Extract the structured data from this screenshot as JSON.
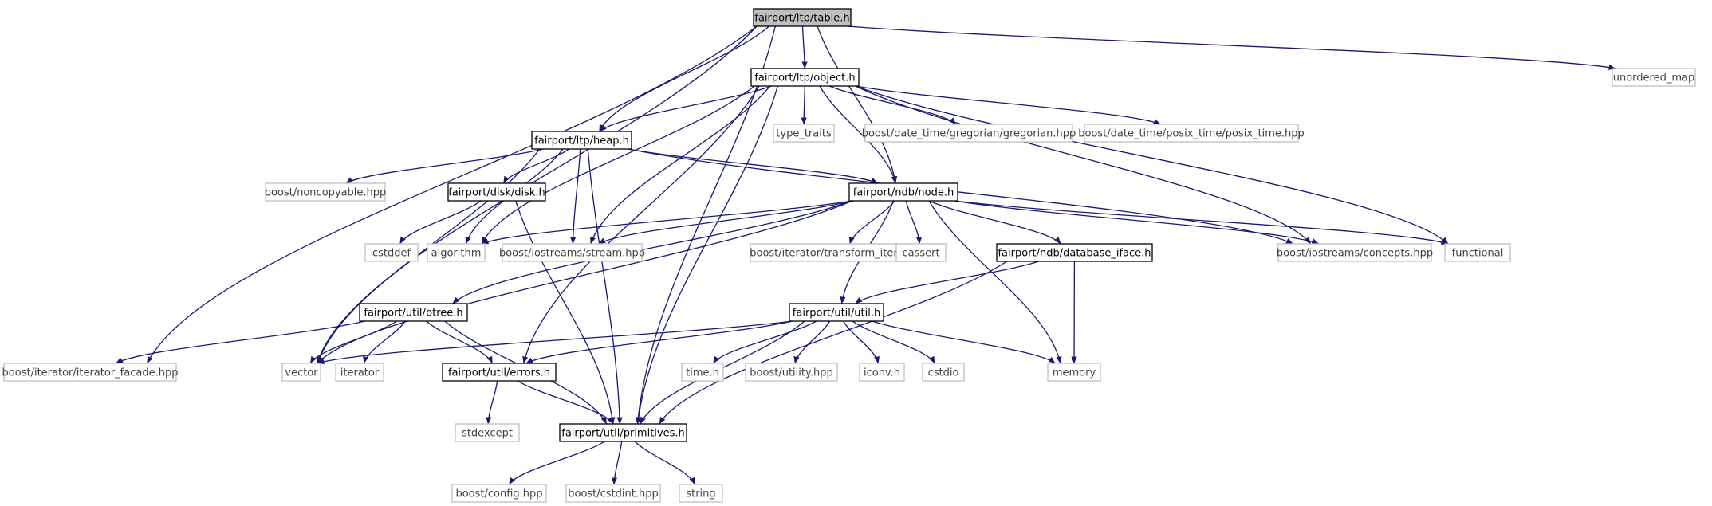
{
  "colors": {
    "edge": "#191970",
    "project_border": "#000000",
    "external_border": "#bfbfbf",
    "root_fill": "#bfbfbf",
    "node_fill": "#ffffff",
    "project_text": "#000000",
    "external_text": "#404040"
  },
  "nodes": [
    {
      "id": "table",
      "label": "fairport/ltp/table.h",
      "kind": "root"
    },
    {
      "id": "object",
      "label": "fairport/ltp/object.h",
      "kind": "project"
    },
    {
      "id": "heap",
      "label": "fairport/ltp/heap.h",
      "kind": "project"
    },
    {
      "id": "disk",
      "label": "fairport/disk/disk.h",
      "kind": "project"
    },
    {
      "id": "node",
      "label": "fairport/ndb/node.h",
      "kind": "project"
    },
    {
      "id": "dbiface",
      "label": "fairport/ndb/database_iface.h",
      "kind": "project"
    },
    {
      "id": "btree",
      "label": "fairport/util/btree.h",
      "kind": "project"
    },
    {
      "id": "util",
      "label": "fairport/util/util.h",
      "kind": "project"
    },
    {
      "id": "errors",
      "label": "fairport/util/errors.h",
      "kind": "project"
    },
    {
      "id": "primitives",
      "label": "fairport/util/primitives.h",
      "kind": "project"
    },
    {
      "id": "umap",
      "label": "unordered_map",
      "kind": "external"
    },
    {
      "id": "typetraits",
      "label": "type_traits",
      "kind": "external"
    },
    {
      "id": "gregorian",
      "label": "boost/date_time/gregorian/gregorian.hpp",
      "kind": "external"
    },
    {
      "id": "posix",
      "label": "boost/date_time/posix_time/posix_time.hpp",
      "kind": "external"
    },
    {
      "id": "noncopy",
      "label": "boost/noncopyable.hpp",
      "kind": "external"
    },
    {
      "id": "cstddef",
      "label": "cstddef",
      "kind": "external"
    },
    {
      "id": "algorithm",
      "label": "algorithm",
      "kind": "external"
    },
    {
      "id": "stream",
      "label": "boost/iostreams/stream.hpp",
      "kind": "external"
    },
    {
      "id": "transform",
      "label": "boost/iterator/transform_iterator.hpp",
      "kind": "external"
    },
    {
      "id": "cassert",
      "label": "cassert",
      "kind": "external"
    },
    {
      "id": "concepts",
      "label": "boost/iostreams/concepts.hpp",
      "kind": "external"
    },
    {
      "id": "functional",
      "label": "functional",
      "kind": "external"
    },
    {
      "id": "facade",
      "label": "boost/iterator/iterator_facade.hpp",
      "kind": "external"
    },
    {
      "id": "vector",
      "label": "vector",
      "kind": "external"
    },
    {
      "id": "iterator",
      "label": "iterator",
      "kind": "external"
    },
    {
      "id": "timeh",
      "label": "time.h",
      "kind": "external"
    },
    {
      "id": "utility",
      "label": "boost/utility.hpp",
      "kind": "external"
    },
    {
      "id": "iconv",
      "label": "iconv.h",
      "kind": "external"
    },
    {
      "id": "cstdio",
      "label": "cstdio",
      "kind": "external"
    },
    {
      "id": "memory",
      "label": "memory",
      "kind": "external"
    },
    {
      "id": "stdexcept",
      "label": "stdexcept",
      "kind": "external"
    },
    {
      "id": "config",
      "label": "boost/config.hpp",
      "kind": "external"
    },
    {
      "id": "cstdint",
      "label": "boost/cstdint.hpp",
      "kind": "external"
    },
    {
      "id": "string",
      "label": "string",
      "kind": "external"
    }
  ],
  "edges": [
    [
      "table",
      "object"
    ],
    [
      "table",
      "heap"
    ],
    [
      "table",
      "node"
    ],
    [
      "table",
      "umap"
    ],
    [
      "table",
      "facade"
    ],
    [
      "table",
      "vector"
    ],
    [
      "table",
      "primitives"
    ],
    [
      "object",
      "heap"
    ],
    [
      "object",
      "node"
    ],
    [
      "object",
      "typetraits"
    ],
    [
      "object",
      "gregorian"
    ],
    [
      "object",
      "posix"
    ],
    [
      "object",
      "algorithm"
    ],
    [
      "object",
      "stream"
    ],
    [
      "object",
      "concepts"
    ],
    [
      "object",
      "functional"
    ],
    [
      "object",
      "errors"
    ],
    [
      "object",
      "primitives"
    ],
    [
      "heap",
      "noncopy"
    ],
    [
      "heap",
      "disk"
    ],
    [
      "heap",
      "node"
    ],
    [
      "heap",
      "algorithm"
    ],
    [
      "heap",
      "stream"
    ],
    [
      "heap",
      "concepts"
    ],
    [
      "heap",
      "vector"
    ],
    [
      "heap",
      "primitives"
    ],
    [
      "disk",
      "cstddef"
    ],
    [
      "disk",
      "primitives"
    ],
    [
      "node",
      "algorithm"
    ],
    [
      "node",
      "stream"
    ],
    [
      "node",
      "transform"
    ],
    [
      "node",
      "dbiface"
    ],
    [
      "node",
      "cassert"
    ],
    [
      "node",
      "concepts"
    ],
    [
      "node",
      "functional"
    ],
    [
      "node",
      "memory"
    ],
    [
      "node",
      "btree"
    ],
    [
      "node",
      "util"
    ],
    [
      "node",
      "vector"
    ],
    [
      "dbiface",
      "util"
    ],
    [
      "dbiface",
      "memory"
    ],
    [
      "dbiface",
      "primitives"
    ],
    [
      "btree",
      "facade"
    ],
    [
      "btree",
      "vector"
    ],
    [
      "btree",
      "iterator"
    ],
    [
      "btree",
      "errors"
    ],
    [
      "btree",
      "primitives"
    ],
    [
      "util",
      "vector"
    ],
    [
      "util",
      "errors"
    ],
    [
      "util",
      "timeh"
    ],
    [
      "util",
      "utility"
    ],
    [
      "util",
      "iconv"
    ],
    [
      "util",
      "cstdio"
    ],
    [
      "util",
      "memory"
    ],
    [
      "util",
      "primitives"
    ],
    [
      "errors",
      "stdexcept"
    ],
    [
      "errors",
      "primitives"
    ],
    [
      "primitives",
      "config"
    ],
    [
      "primitives",
      "cstdint"
    ],
    [
      "primitives",
      "string"
    ]
  ]
}
